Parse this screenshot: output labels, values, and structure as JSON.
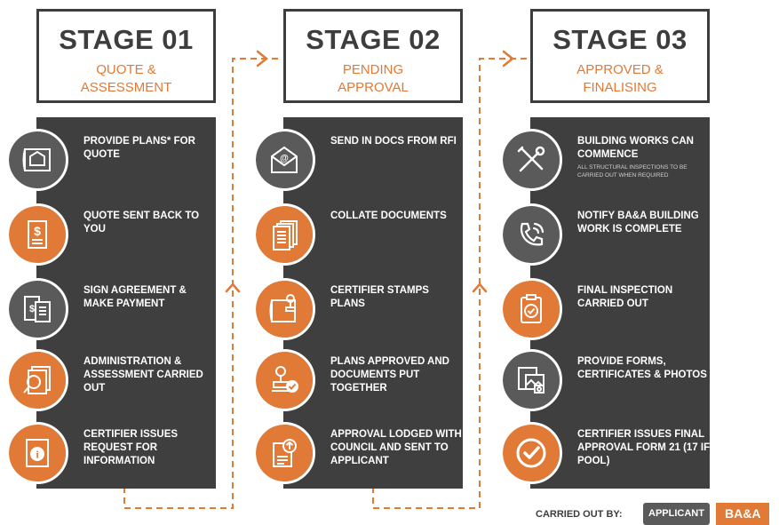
{
  "colors": {
    "accent": "#e07a36",
    "dark": "#3f3f3f",
    "icon_dark": "#5a5a5a"
  },
  "stages": [
    {
      "title": "STAGE 01",
      "subtitle_1": "QUOTE &",
      "subtitle_2": "ASSESSMENT",
      "steps": [
        {
          "label": "PROVIDE PLANS* FOR QUOTE",
          "icon": "blueprint-icon",
          "by": "applicant"
        },
        {
          "label": "QUOTE SENT BACK TO YOU",
          "icon": "quote-document-icon",
          "by": "baa"
        },
        {
          "label": "SIGN AGREEMENT & MAKE PAYMENT",
          "icon": "payment-document-icon",
          "by": "applicant"
        },
        {
          "label": "ADMINISTRATION & ASSESSMENT CARRIED OUT",
          "icon": "magnifier-documents-icon",
          "by": "baa"
        },
        {
          "label": "CERTIFIER ISSUES REQUEST FOR INFORMATION",
          "icon": "info-document-icon",
          "by": "baa"
        }
      ]
    },
    {
      "title": "STAGE 02",
      "subtitle_1": "PENDING",
      "subtitle_2": "APPROVAL",
      "steps": [
        {
          "label": "SEND IN DOCS FROM RFI",
          "icon": "email-icon",
          "by": "applicant"
        },
        {
          "label": "COLLATE DOCUMENTS",
          "icon": "documents-stack-icon",
          "by": "baa"
        },
        {
          "label": "CERTIFIER STAMPS PLANS",
          "icon": "stamp-plans-icon",
          "by": "baa"
        },
        {
          "label": "PLANS APPROVED AND DOCUMENTS PUT TOGETHER",
          "icon": "stamp-check-icon",
          "by": "baa"
        },
        {
          "label": "APPROVAL LODGED WITH COUNCIL AND SENT TO APPLICANT",
          "icon": "upload-document-icon",
          "by": "baa"
        }
      ]
    },
    {
      "title": "STAGE 03",
      "subtitle_1": "APPROVED &",
      "subtitle_2": "FINALISING",
      "steps": [
        {
          "label": "BUILDING WORKS CAN COMMENCE",
          "note": "ALL STRUCTURAL INSPECTIONS TO BE CARRIED OUT WHEN REQUIRED",
          "icon": "tools-icon",
          "by": "applicant"
        },
        {
          "label": "NOTIFY BA&A BUILDING WORK IS COMPLETE",
          "icon": "phone-icon",
          "by": "applicant"
        },
        {
          "label": "FINAL INSPECTION CARRIED OUT",
          "icon": "clipboard-check-icon",
          "by": "baa"
        },
        {
          "label": "PROVIDE FORMS, CERTIFICATES & PHOTOS",
          "icon": "photos-icon",
          "by": "applicant"
        },
        {
          "label": "CERTIFIER ISSUES FINAL APPROVAL FORM 21 (17 IF POOL)",
          "icon": "checkmark-icon",
          "by": "baa"
        }
      ]
    }
  ],
  "legend": {
    "label": "CARRIED OUT BY:",
    "applicant": "APPLICANT",
    "baa": "BA&A"
  }
}
